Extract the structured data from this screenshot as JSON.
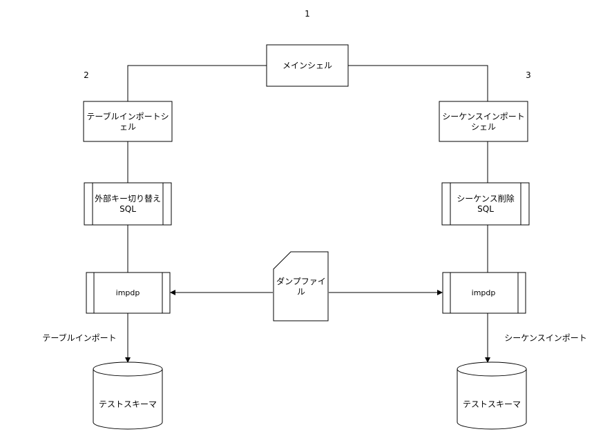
{
  "nodes": {
    "main_shell": {
      "label": "メインシェル",
      "number": "1"
    },
    "table_import_shell": {
      "line1": "テーブルインポートシ",
      "line2": "ェル",
      "number": "2"
    },
    "sequence_import_shell": {
      "line1": "シーケンスインポート",
      "line2": "シェル",
      "number": "3"
    },
    "fk_switch_sql": {
      "line1": "外部キー切り替え",
      "line2": "SQL"
    },
    "seq_delete_sql": {
      "line1": "シーケンス削除",
      "line2": "SQL"
    },
    "impdp_left": {
      "label": "impdp"
    },
    "impdp_right": {
      "label": "impdp"
    },
    "dump_file": {
      "line1": "ダンプファイ",
      "line2": "ル"
    },
    "test_schema_left": {
      "label": "テストスキーマ"
    },
    "test_schema_right": {
      "label": "テストスキーマ"
    }
  },
  "edges": {
    "table_import_label": "テーブルインポート",
    "sequence_import_label": "シーケンスインポート"
  }
}
